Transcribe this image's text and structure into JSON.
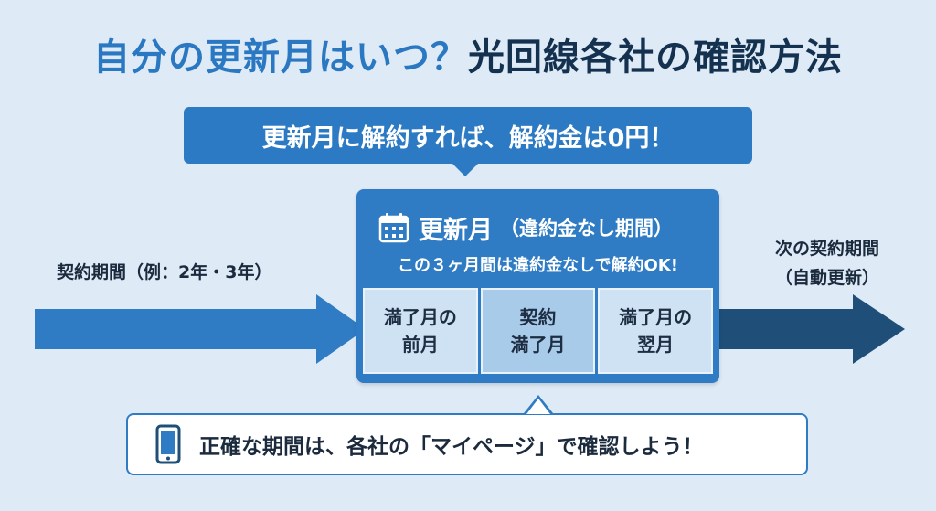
{
  "title": {
    "highlight": "自分の更新月はいつ？",
    "main": "光回線各社の確認方法"
  },
  "banner": {
    "text": "更新月に解約すれば、解約金は0円！"
  },
  "left_label": "契約期間（例：2年・3年）",
  "right_label": {
    "line1": "次の契約期間",
    "line2": "（自動更新）"
  },
  "panel": {
    "title": "更新月",
    "title_sub": "（違約金なし期間）",
    "subtitle": "この３ヶ月間は違約金なしで解約OK!",
    "cells": [
      {
        "line1": "満了月の",
        "line2": "前月"
      },
      {
        "line1": "契約",
        "line2": "満了月"
      },
      {
        "line1": "満了月の",
        "line2": "翌月"
      }
    ]
  },
  "note": {
    "text": "正確な期間は、各社の「マイページ」で確認しよう！"
  },
  "icons": {
    "calendar": "calendar-icon",
    "phone": "smartphone-icon"
  },
  "colors": {
    "accent_blue": "#2c7ac3",
    "dark_navy": "#14324f",
    "arrow_blue": "#2f7cc4",
    "arrow_dark": "#1f4f78",
    "background": "#deeaf6"
  }
}
